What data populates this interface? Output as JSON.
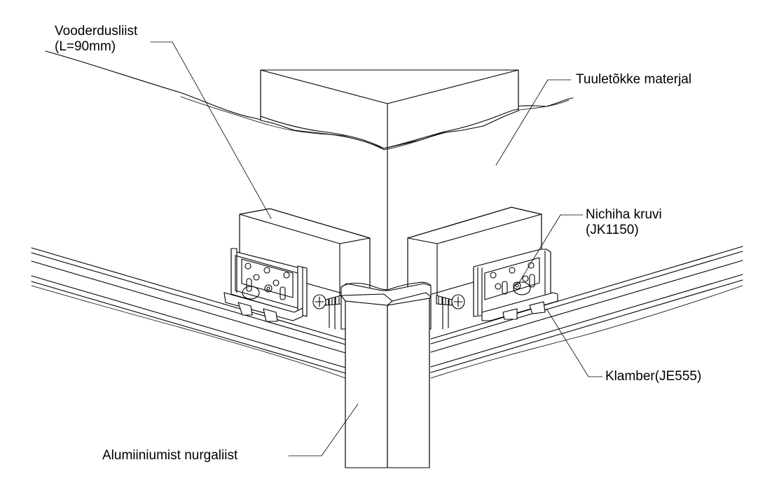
{
  "labels": {
    "lining_strip": {
      "line1": "Vooderdusliist",
      "line2": "(L=90mm)"
    },
    "wind_barrier": "Tuuletõkke materjal",
    "screw": {
      "line1": "Nichiha kruvi",
      "line2": "(JK1150)"
    },
    "clamp": "Klamber(JE555)",
    "corner_trim": "Alumiiniumist nurgaliist"
  }
}
